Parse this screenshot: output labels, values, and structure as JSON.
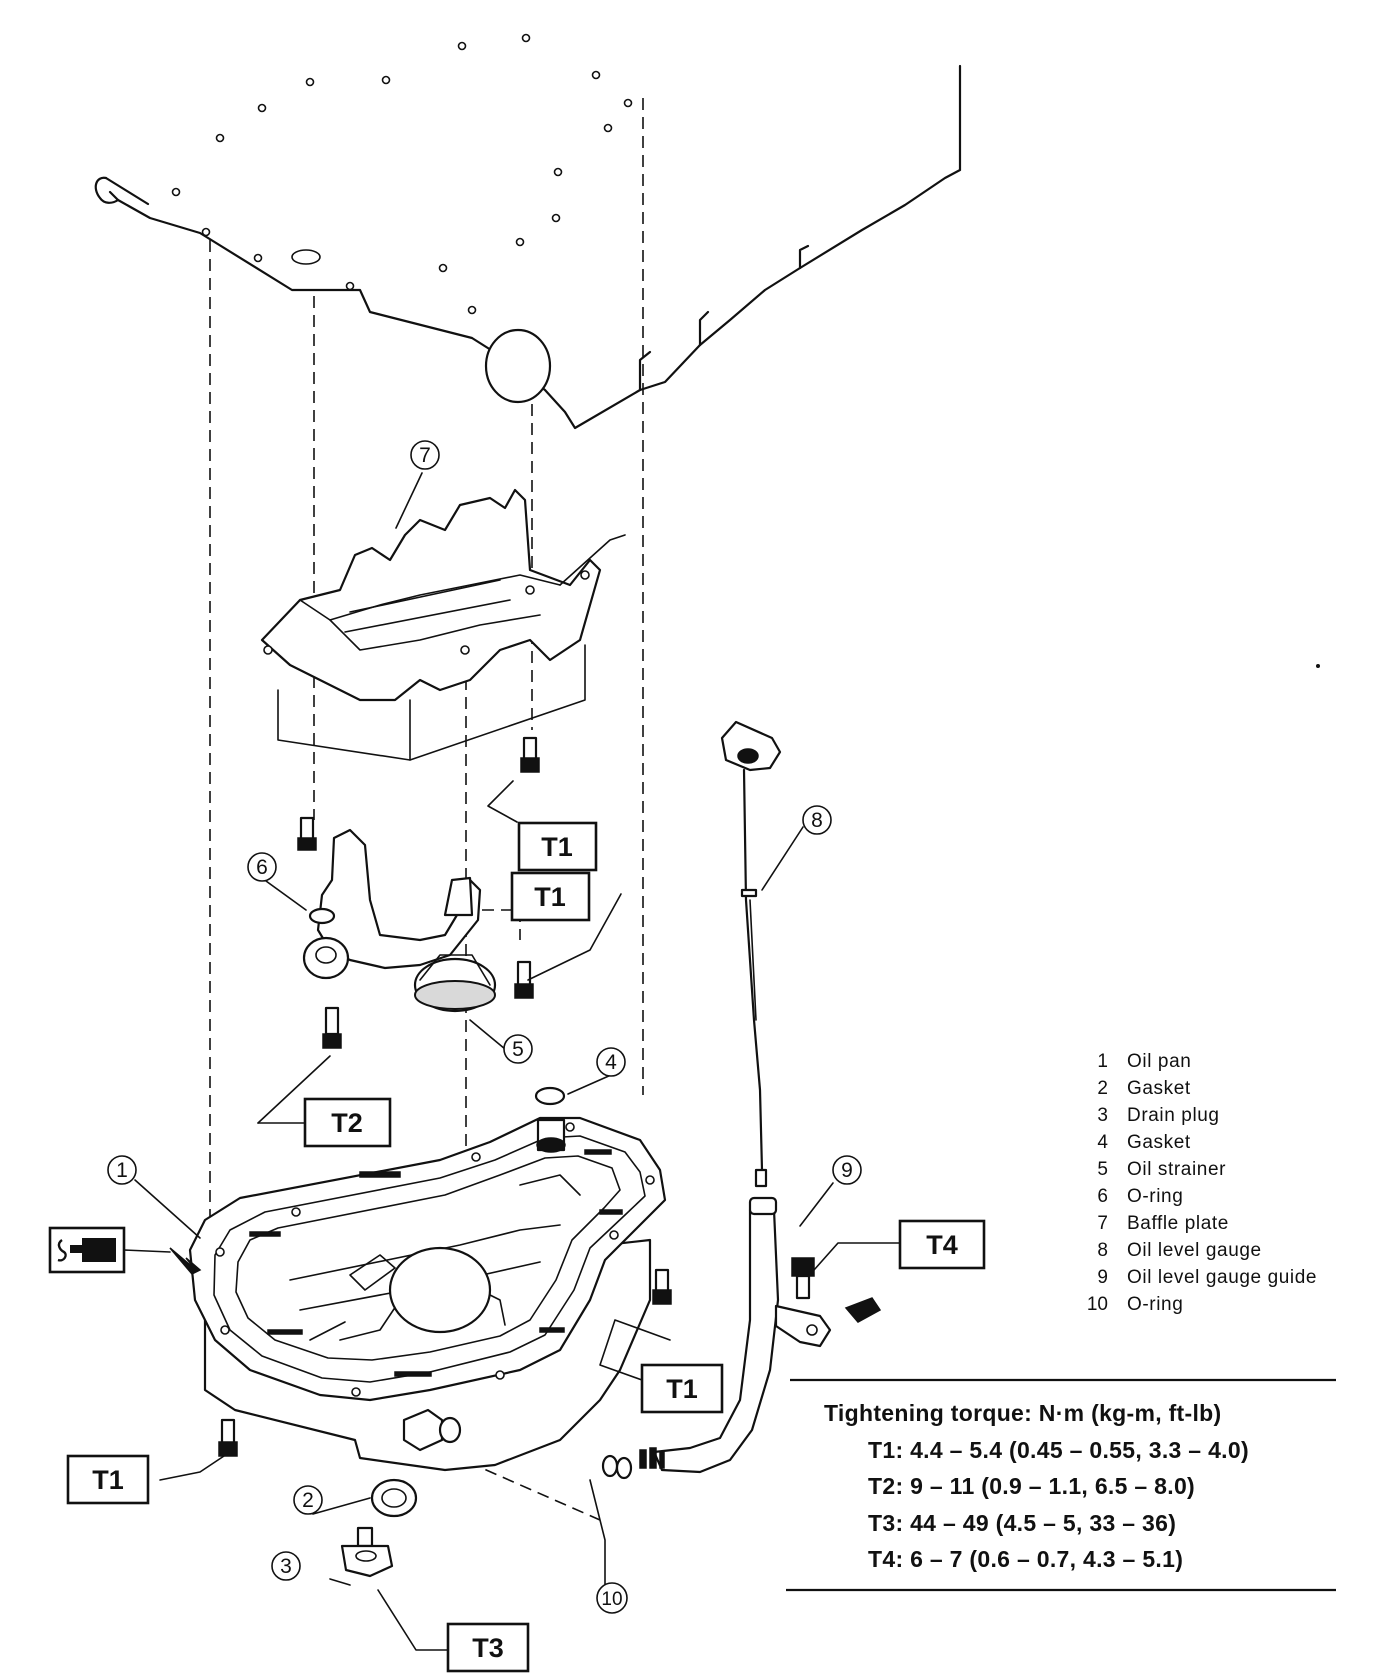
{
  "callouts": [
    "1",
    "2",
    "3",
    "4",
    "5",
    "6",
    "7",
    "8",
    "9",
    "10"
  ],
  "torque_labels": {
    "t1": "T1",
    "t2": "T2",
    "t3": "T3",
    "t4": "T4"
  },
  "legend": [
    {
      "num": "1",
      "name": "Oil pan"
    },
    {
      "num": "2",
      "name": "Gasket"
    },
    {
      "num": "3",
      "name": "Drain plug"
    },
    {
      "num": "4",
      "name": "Gasket"
    },
    {
      "num": "5",
      "name": "Oil strainer"
    },
    {
      "num": "6",
      "name": "O-ring"
    },
    {
      "num": "7",
      "name": "Baffle plate"
    },
    {
      "num": "8",
      "name": "Oil level gauge"
    },
    {
      "num": "9",
      "name": "Oil level gauge guide"
    },
    {
      "num": "10",
      "name": "O-ring"
    }
  ],
  "torque_spec": {
    "title": "Tightening torque:  N·m (kg-m, ft-lb)",
    "rows": [
      "T1: 4.4 – 5.4 (0.45 – 0.55, 3.3 – 4.0)",
      "T2: 9 – 11 (0.9 – 1.1, 6.5 – 8.0)",
      "T3: 44 – 49 (4.5 – 5, 33 – 36)",
      "T4: 6 – 7 (0.6 – 0.7, 4.3 – 5.1)"
    ]
  },
  "sealant_icon": "sealant-tube-icon"
}
